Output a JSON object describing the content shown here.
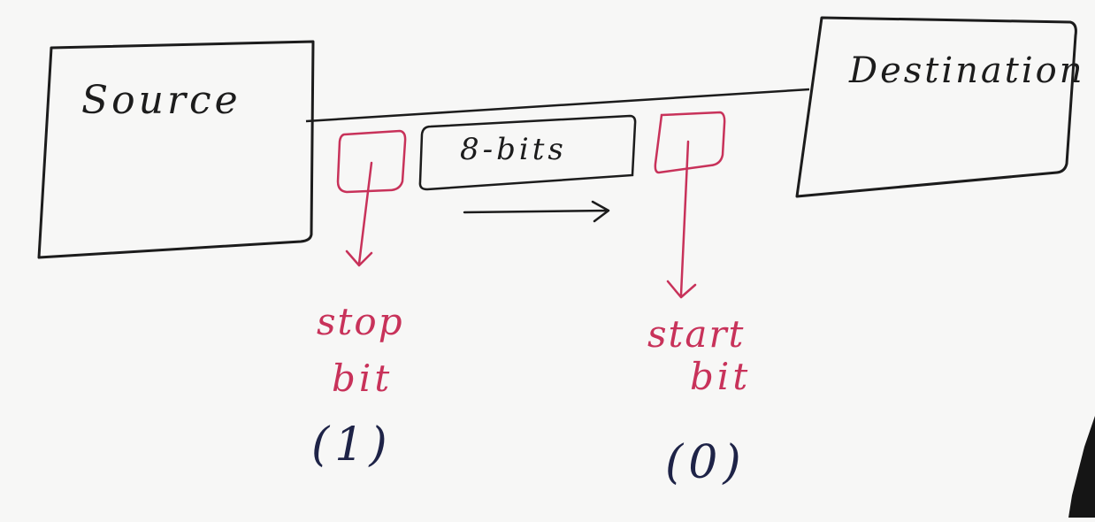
{
  "diagram": {
    "source_label": "Source",
    "destination_label": "Destination",
    "data_frame_label": "8-bits",
    "stop_bit": {
      "label_line1": "stop",
      "label_line2": "bit",
      "value": "(1)"
    },
    "start_bit": {
      "label_line1": "start",
      "label_line2": "bit",
      "value": "(0)"
    }
  },
  "colors": {
    "ink": "#1c1c1c",
    "red_ink": "#c8325a",
    "blue_ink": "#1e2347",
    "background": "#f7f7f6"
  }
}
